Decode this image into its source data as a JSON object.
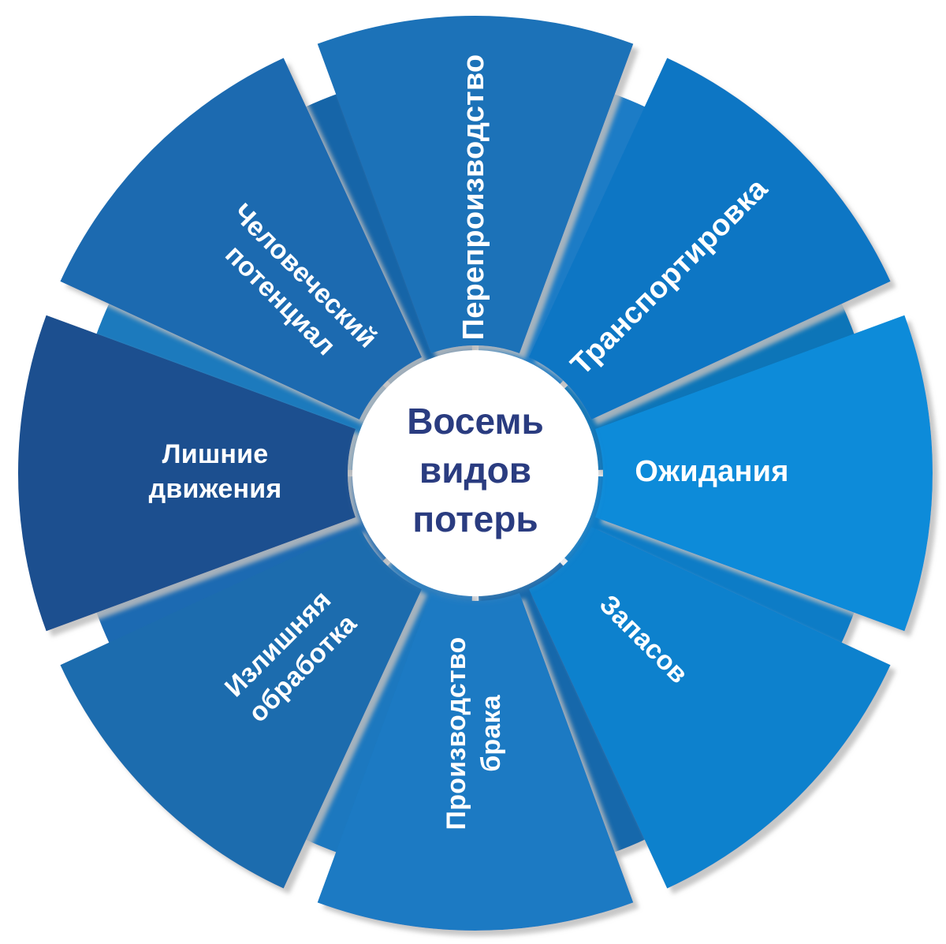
{
  "diagram": {
    "type": "donut-wheel",
    "title_center": {
      "lines": [
        "Восемь",
        "видов",
        "потерь"
      ],
      "color": "#2a3c80"
    },
    "background": "#ffffff",
    "hub": {
      "fill": "#ffffff",
      "radius": 156
    },
    "palette": {
      "darkest_navy": "#1a4f8f",
      "dark_blue": "#17559b",
      "mid_blue": "#1b6fb5",
      "blue": "#1273b8",
      "bright_blue": "#0f86d4",
      "brightest_blue": "#0d8bd9",
      "separator_dark": "#0e6aad",
      "shadow": "#d8d8d8",
      "label_text": "#ffffff"
    },
    "segments": [
      {
        "id": "pereproizvodstvo",
        "label": "Перепроизводство",
        "lines": [
          "Перепроизводство"
        ],
        "angle_deg": -90,
        "rotation_deg": -90,
        "color": "#1b72b8",
        "font_size": "lg"
      },
      {
        "id": "transportirovka",
        "label": "Транспортировка",
        "lines": [
          "Транспортировка"
        ],
        "angle_deg": -45,
        "rotation_deg": -45,
        "color": "#1076c4",
        "font_size": "lg"
      },
      {
        "id": "ozhidaniya",
        "label": "Ожидания",
        "lines": [
          "Ожидания"
        ],
        "angle_deg": 0,
        "rotation_deg": 0,
        "color": "#0d8bd9",
        "font_size": "lg"
      },
      {
        "id": "zapasov",
        "label": "Запасов",
        "lines": [
          "Запасов"
        ],
        "angle_deg": 45,
        "rotation_deg": 45,
        "color": "#0f81cd",
        "font_size": "md"
      },
      {
        "id": "proizvodstvo-braka",
        "label": "Производство брака",
        "lines": [
          "Производство",
          "брака"
        ],
        "angle_deg": 90,
        "rotation_deg": -90,
        "color": "#1a7ac3",
        "font_size": "md"
      },
      {
        "id": "izlishnyaya-obrabotka",
        "label": "Излишняя обработка",
        "lines": [
          "Излишняя",
          "обработка"
        ],
        "angle_deg": 135,
        "rotation_deg": -45,
        "color": "#1c6cae",
        "font_size": "md"
      },
      {
        "id": "lishnie-dvizheniya",
        "label": "Лишние движения",
        "lines": [
          "Лишние",
          "движения"
        ],
        "angle_deg": 180,
        "rotation_deg": 0,
        "color": "#1a4f8f",
        "font_size": "md"
      },
      {
        "id": "chelovecheskiy-potentsial",
        "label": "Человеческий потенциал",
        "lines": [
          "Человеческий",
          "потенциал"
        ],
        "angle_deg": -135,
        "rotation_deg": 45,
        "color": "#1b6bb0",
        "font_size": "md"
      }
    ],
    "separators": [
      {
        "id": "sep-1",
        "angle_deg": -112.5,
        "color": "#1665a8"
      },
      {
        "id": "sep-2",
        "angle_deg": -67.5,
        "color": "#1a7cc6"
      },
      {
        "id": "sep-3",
        "angle_deg": -22.5,
        "color": "#0e74b8"
      },
      {
        "id": "sep-4",
        "angle_deg": 22.5,
        "color": "#0f7cc6"
      },
      {
        "id": "sep-5",
        "angle_deg": 67.5,
        "color": "#1568ab"
      },
      {
        "id": "sep-6",
        "angle_deg": 112.5,
        "color": "#1b78bf"
      },
      {
        "id": "sep-7",
        "angle_deg": 157.5,
        "color": "#1a6bb2"
      },
      {
        "id": "sep-8",
        "angle_deg": -157.5,
        "color": "#1f7abd"
      }
    ]
  }
}
